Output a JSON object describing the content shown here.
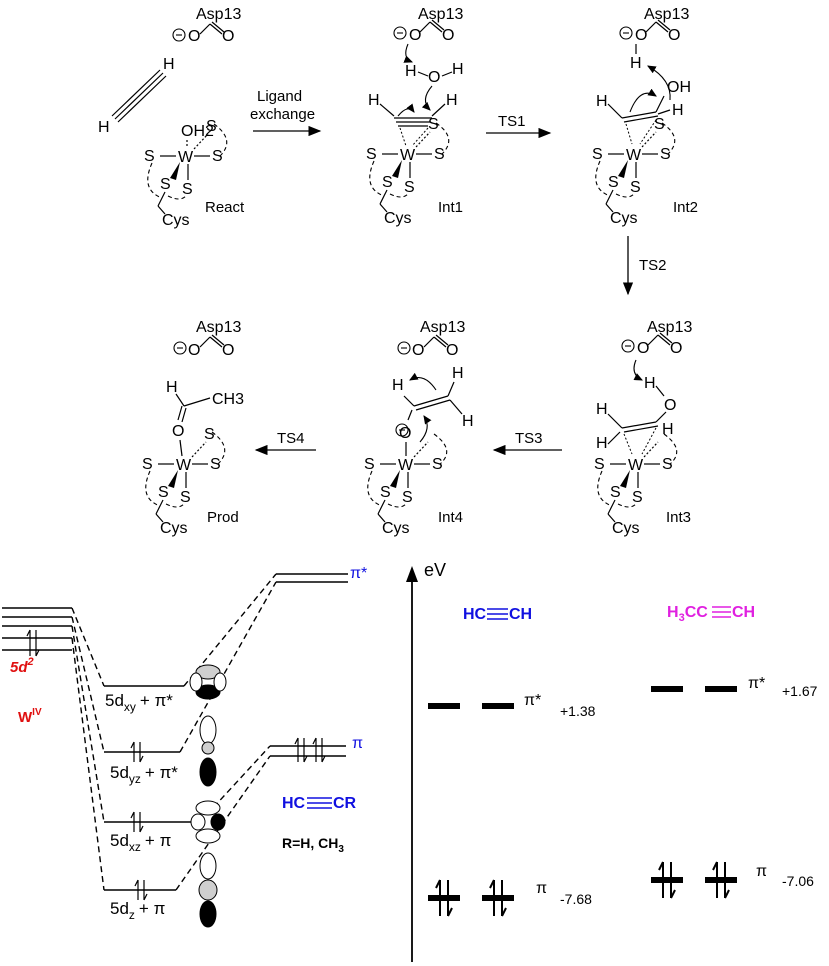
{
  "colors": {
    "blue": "#1010e0",
    "magenta": "#e020e0",
    "red": "#e01010",
    "black": "#000000"
  },
  "mechanism": {
    "asp": "Asp13",
    "cys": "Cys",
    "water": "OH2",
    "ligand_exchange_line1": "Ligand",
    "ligand_exchange_line2": "exchange",
    "states": [
      "React",
      "Int1",
      "Int2",
      "Int3",
      "Int4",
      "Prod"
    ],
    "transition_states": [
      "TS1",
      "TS2",
      "TS3",
      "TS4"
    ],
    "ch3": "CH3",
    "oh": "OH"
  },
  "mo_diagram": {
    "metal_config": "5d",
    "metal_config_sup": "2",
    "metal_label": "W",
    "metal_oxidation": "IV",
    "ligand_formula_left": "HC",
    "ligand_formula_right": "CR",
    "r_groups": "R=H, CH",
    "r_groups_sub": "3",
    "pi_star": "π*",
    "pi": "π",
    "levels": [
      {
        "orbital": "5d",
        "sub": "xy",
        "partner": "+ π*"
      },
      {
        "orbital": "5d",
        "sub": "yz",
        "partner": "+ π*"
      },
      {
        "orbital": "5d",
        "sub": "xz",
        "partner": "+ π"
      },
      {
        "orbital": "5d",
        "sub": "z",
        "partner": "+ π"
      }
    ]
  },
  "energy_diagram": {
    "axis_label": "eV",
    "molecules": [
      {
        "formula_left": "HC",
        "formula_right": "CH",
        "pi_star": "π*",
        "pi_star_energy": "+1.38",
        "pi": "π",
        "pi_energy": "-7.68"
      },
      {
        "formula_left": "H",
        "formula_sub": "3",
        "formula_mid": "CC",
        "formula_right": "CH",
        "pi_star": "π*",
        "pi_star_energy": "+1.67",
        "pi": "π",
        "pi_energy": "-7.06"
      }
    ]
  }
}
